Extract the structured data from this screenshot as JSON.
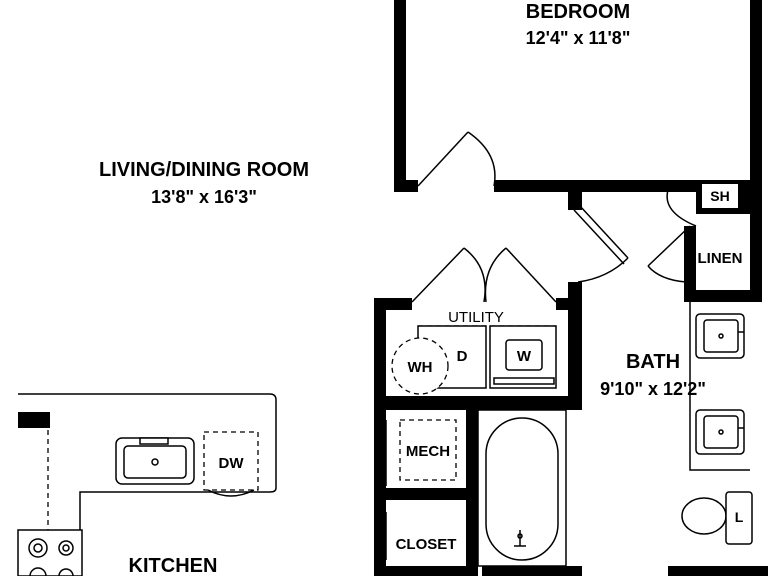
{
  "rooms": {
    "bedroom": {
      "name": "BEDROOM",
      "size": "12'4\" x 11'8\""
    },
    "living": {
      "name": "LIVING/DINING ROOM",
      "size": "13'8\" x 16'3\""
    },
    "utility": {
      "name": "UTILITY"
    },
    "bath": {
      "name": "BATH",
      "size": "9'10\" x 12'2\""
    },
    "kitchen": {
      "name": "KITCHEN"
    },
    "closet": {
      "name": "CLOSET"
    },
    "mech": {
      "name": "MECH"
    },
    "linen": {
      "name": "LINEN"
    },
    "shower": {
      "name": "SH"
    }
  },
  "fixtures": {
    "water_heater": "WH",
    "dryer": "D",
    "washer": "W",
    "dishwasher": "DW",
    "linen_cabinet": "L"
  }
}
